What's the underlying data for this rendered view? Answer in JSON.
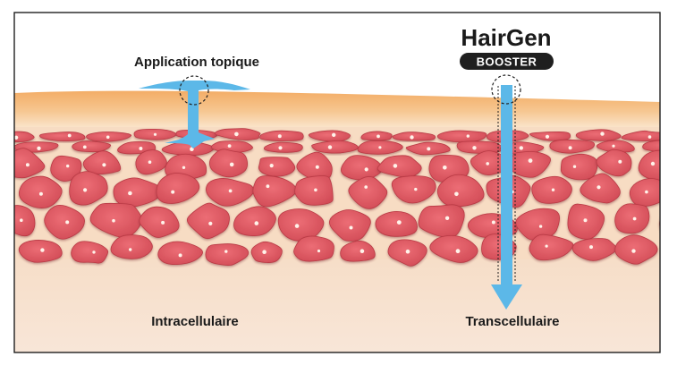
{
  "labels": {
    "topical": "Application topique",
    "intracellular": "Intracellulaire",
    "transcellular": "Transcellulaire"
  },
  "brand": {
    "name": "HairGen",
    "badge": "BOOSTER"
  },
  "colors": {
    "frame": "#1f1f1f",
    "surface_top": "#f3b06a",
    "surface_bottom": "#fbe8d0",
    "dermis_bg": "#f5dcc2",
    "cell_fill": "#e2616a",
    "cell_edge": "#b93a45",
    "nucleus": "#fff3ea",
    "arrow_blue": "#5cb8e8",
    "badge_bg": "#1f1f1f"
  },
  "icons": [
    "dashed-circle-marker",
    "downward-arrow",
    "t-shaped-spread"
  ]
}
